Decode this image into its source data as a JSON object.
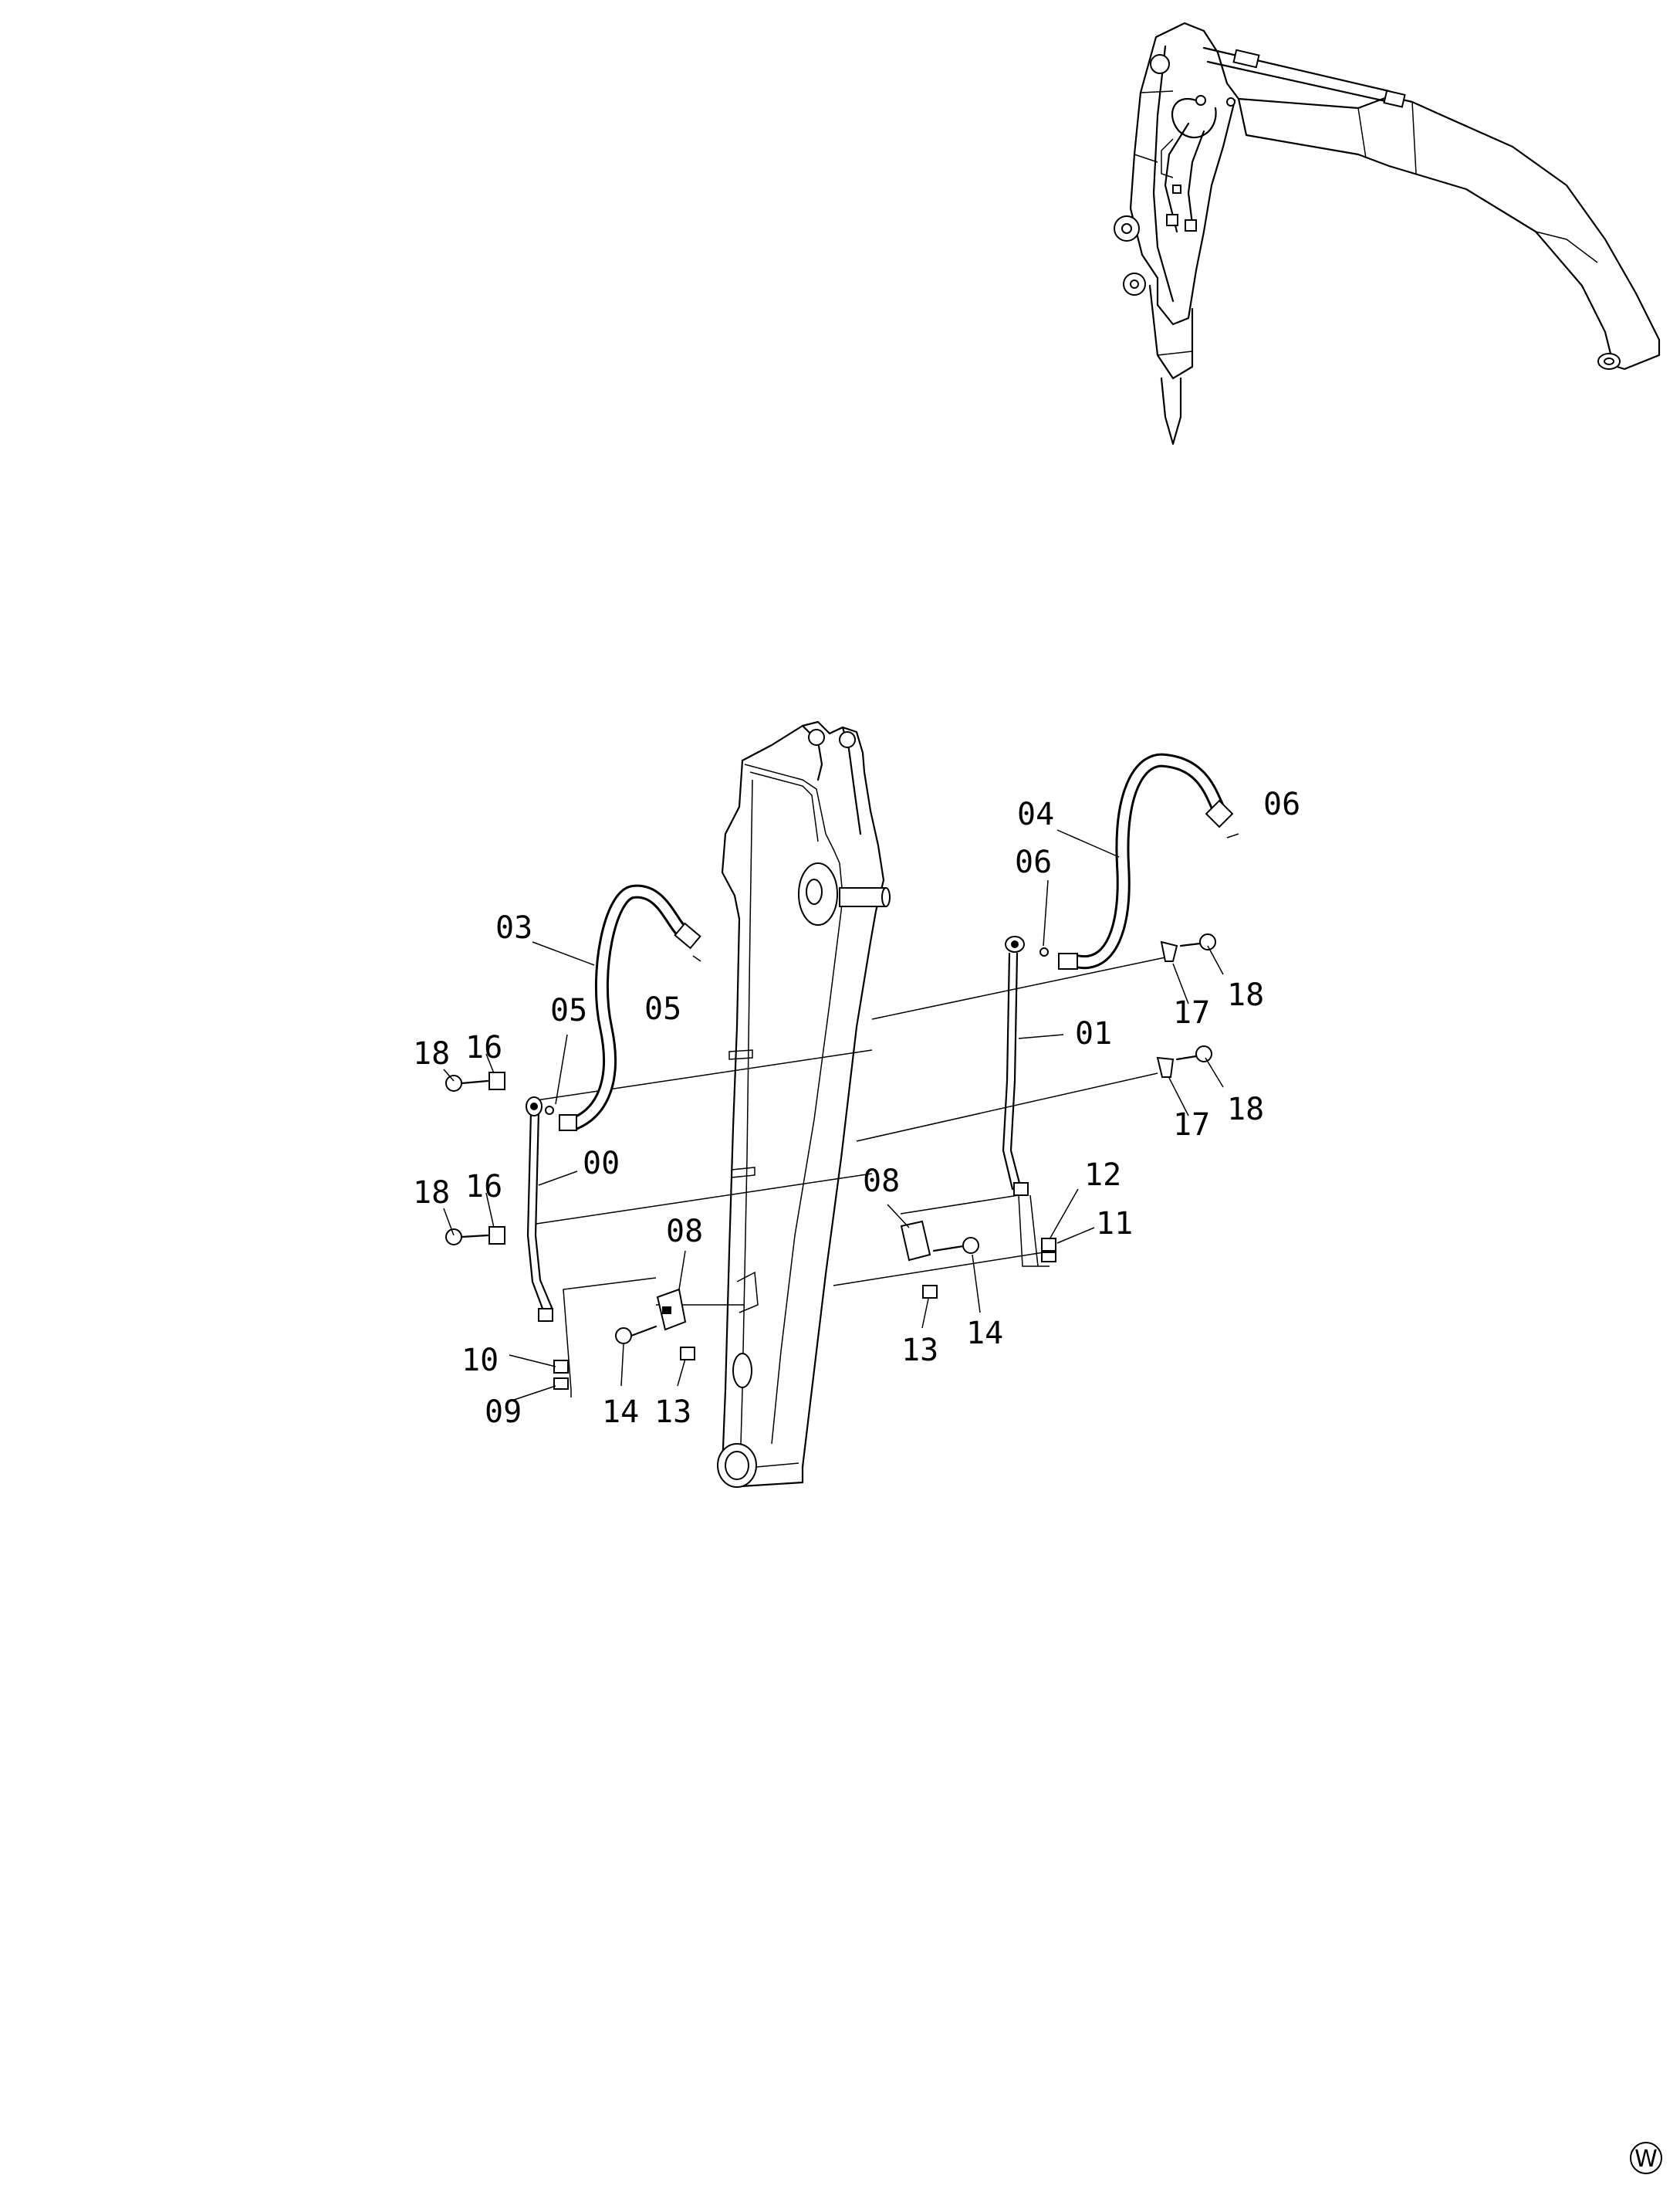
{
  "callouts": [
    {
      "id": "c-03",
      "text": "03"
    },
    {
      "id": "c-04",
      "text": "04"
    },
    {
      "id": "c-06a",
      "text": "06"
    },
    {
      "id": "c-06b",
      "text": "06"
    },
    {
      "id": "c-05a",
      "text": "05"
    },
    {
      "id": "c-05b",
      "text": "05"
    },
    {
      "id": "c-01",
      "text": "01"
    },
    {
      "id": "c-00",
      "text": "00"
    },
    {
      "id": "c-18a",
      "text": "18"
    },
    {
      "id": "c-16a",
      "text": "16"
    },
    {
      "id": "c-18b",
      "text": "18"
    },
    {
      "id": "c-16b",
      "text": "16"
    },
    {
      "id": "c-17a",
      "text": "17"
    },
    {
      "id": "c-18c",
      "text": "18"
    },
    {
      "id": "c-17b",
      "text": "17"
    },
    {
      "id": "c-18d",
      "text": "18"
    },
    {
      "id": "c-12",
      "text": "12"
    },
    {
      "id": "c-11",
      "text": "11"
    },
    {
      "id": "c-08a",
      "text": "08"
    },
    {
      "id": "c-08b",
      "text": "08"
    },
    {
      "id": "c-10",
      "text": "10"
    },
    {
      "id": "c-09",
      "text": "09"
    },
    {
      "id": "c-14a",
      "text": "14"
    },
    {
      "id": "c-13a",
      "text": "13"
    },
    {
      "id": "c-13b",
      "text": "13"
    },
    {
      "id": "c-14b",
      "text": "14"
    }
  ],
  "corner_badge": "W"
}
